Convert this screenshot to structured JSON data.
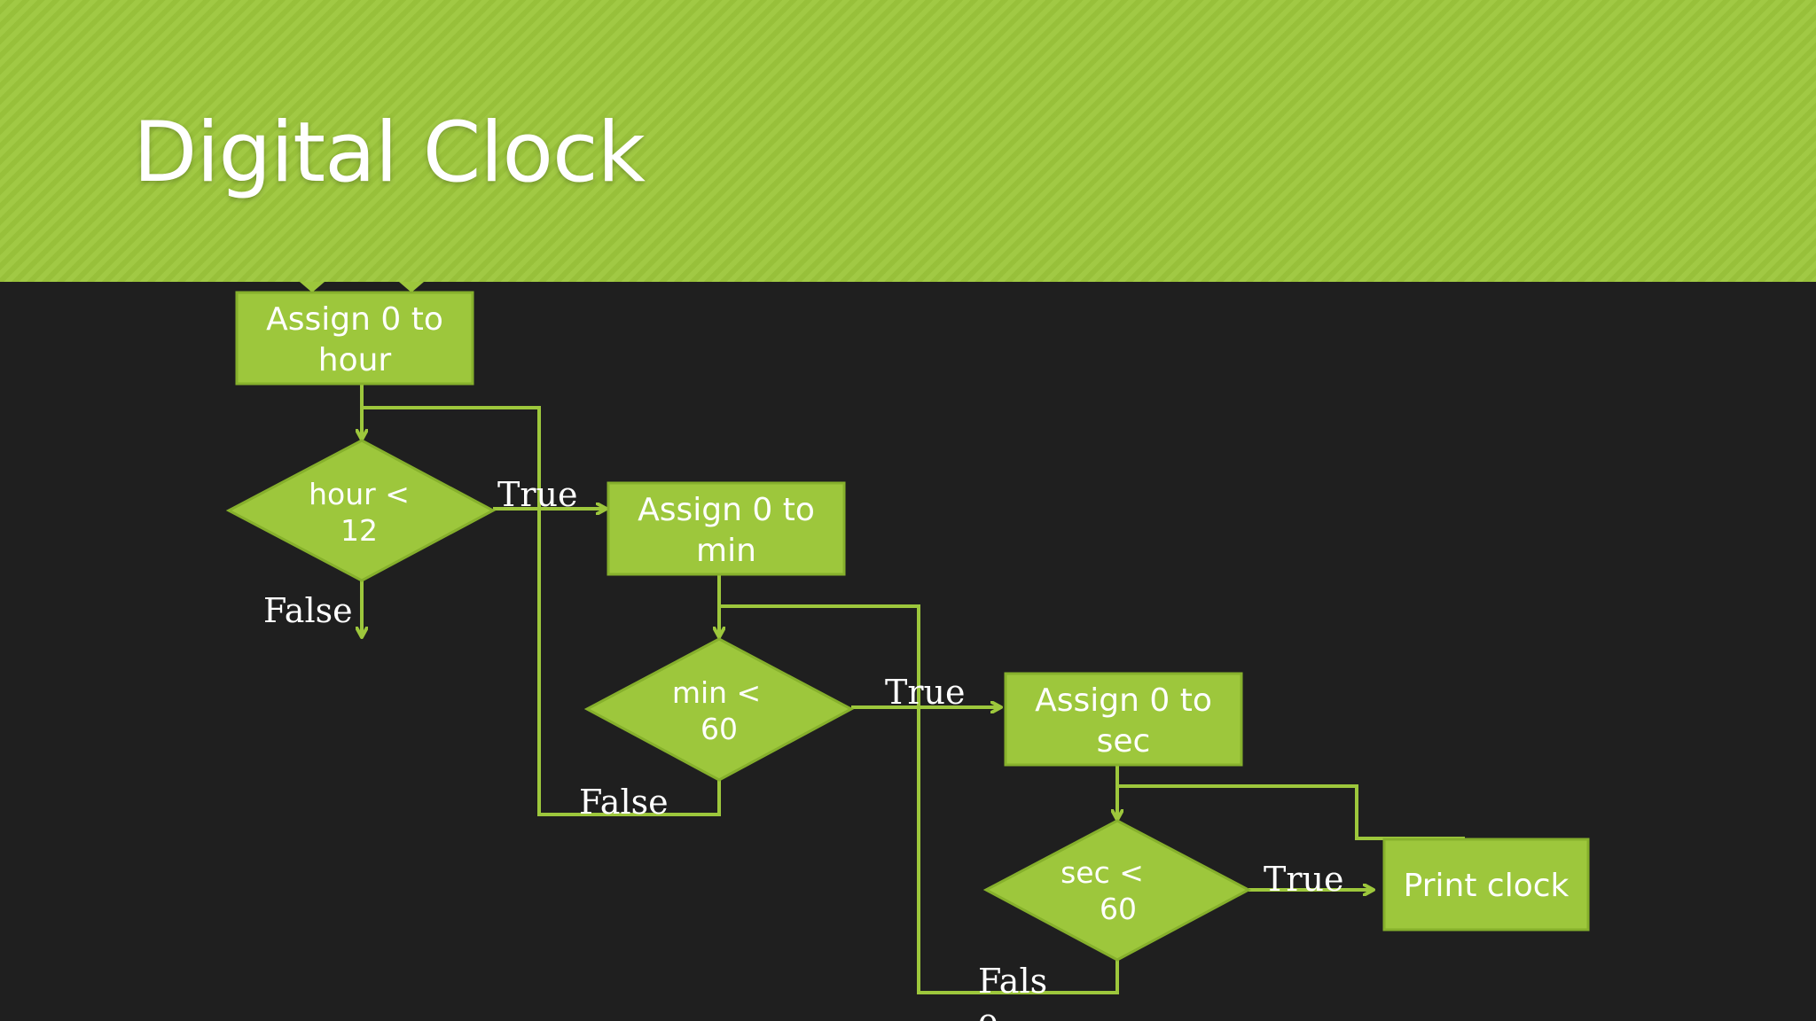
{
  "slide": {
    "title": "Digital Clock"
  },
  "colors": {
    "accent": "#9dc73c",
    "accent_dark": "#86b02c",
    "background": "#1f1f1f",
    "text": "#ffffff"
  },
  "flowchart": {
    "nodes": {
      "assign_hour": {
        "line1": "Assign 0 to",
        "line2": "hour"
      },
      "hour_check": {
        "line1": "hour <",
        "line2": "12"
      },
      "assign_min": {
        "line1": "Assign 0 to",
        "line2": "min"
      },
      "min_check": {
        "line1": "min <",
        "line2": "60"
      },
      "assign_sec": {
        "line1": "Assign 0 to",
        "line2": "sec"
      },
      "sec_check": {
        "line1": "sec <",
        "line2": "60"
      },
      "print_clock": {
        "label": "Print clock"
      }
    },
    "edge_labels": {
      "hour_true": "True",
      "hour_false": "False",
      "min_true": "True",
      "min_false": "False",
      "sec_true": "True",
      "sec_false_line1": "Fals",
      "sec_false_line2": "e"
    }
  }
}
